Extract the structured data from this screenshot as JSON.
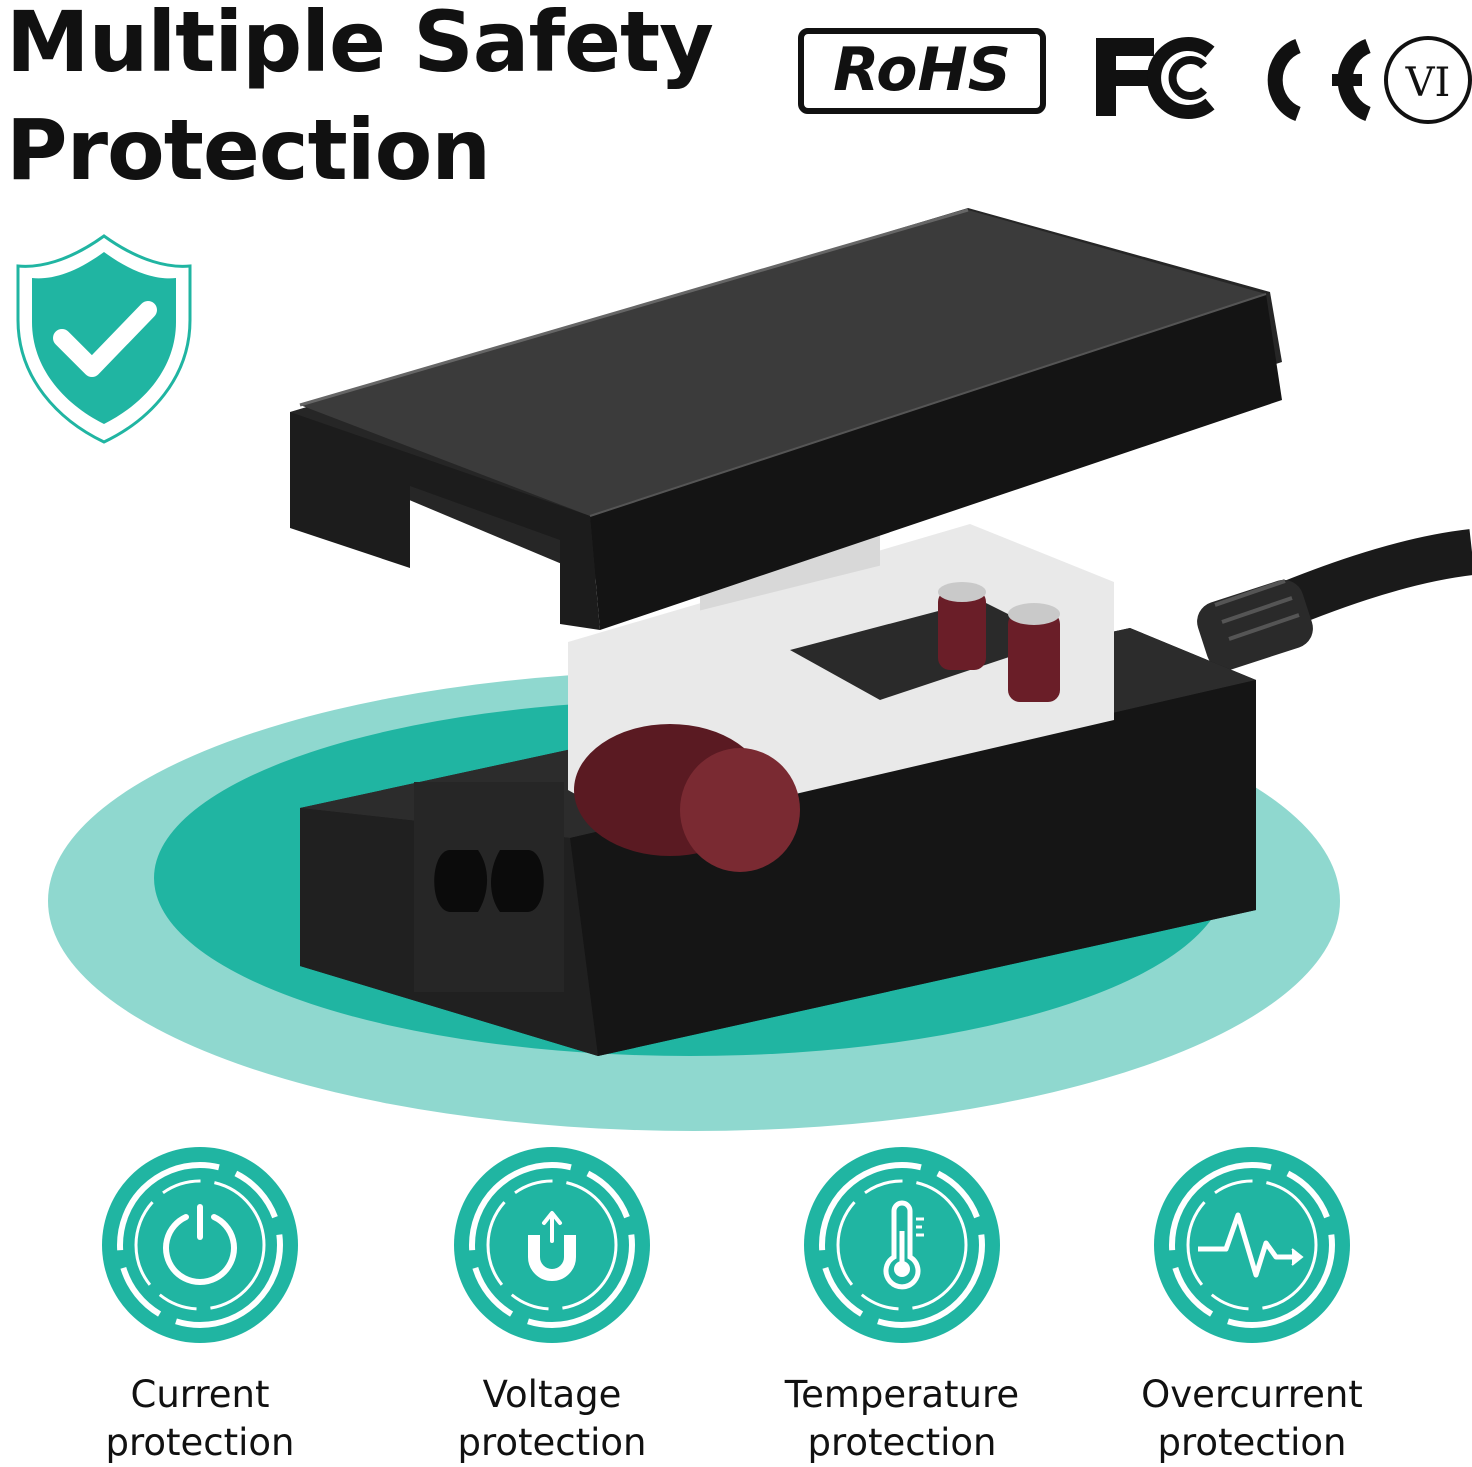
{
  "title": {
    "line1": "Multiple Safety",
    "line2": "Protection"
  },
  "certifications": {
    "rohs": "RoHS",
    "fc": "FC",
    "ce": "CE",
    "vi": "VI"
  },
  "colors": {
    "accent": "#20b5a2",
    "accent_light": "#8fd8cf",
    "dark": "#111111"
  },
  "hero": {
    "shield_icon": "shield-check-icon",
    "product": "power-adapter-open-case"
  },
  "features": [
    {
      "icon": "power-icon",
      "line1": "Current",
      "line2": "protection"
    },
    {
      "icon": "voltage-magnet-icon",
      "line1": "Voltage",
      "line2": "protection"
    },
    {
      "icon": "thermometer-icon",
      "line1": "Temperature",
      "line2": "protection"
    },
    {
      "icon": "pulse-arrow-icon",
      "line1": "Overcurrent",
      "line2": "protection"
    }
  ]
}
